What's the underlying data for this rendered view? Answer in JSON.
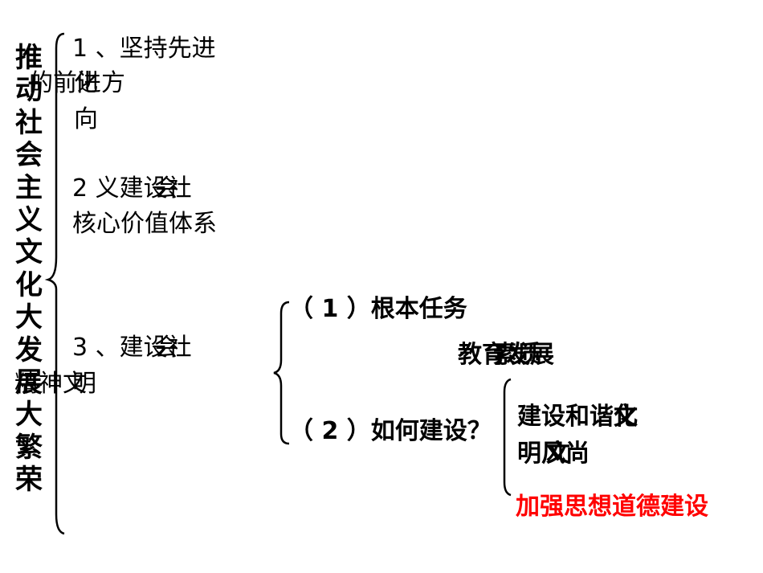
{
  "title_vertical": "推动社会主义文化大发展大繁荣",
  "items": {
    "item1": {
      "line1": "1 、坚持先进",
      "line2": "的前进方",
      "line2_overlap": "化",
      "line3": "向"
    },
    "item2": {
      "line1": "2 义建设社",
      "line1_overlap": "会",
      "line2": "核心价值体系"
    },
    "item3": {
      "line1": "3 、建设社",
      "line1_overlap": "会",
      "line2": "精神文",
      "line2_overlap": "明"
    }
  },
  "sub": {
    "task": "（ 1 ）根本任务",
    "task_detail": "教育发展",
    "task_detail_overlap": "素质",
    "how": "（ 2 ）如何建设？",
    "how_a_line1": "建设和谐文",
    "how_a_line1_overlap": "化",
    "how_a_line2": "明风尚",
    "how_a_line2_overlap": "文",
    "how_b": "加强思想道德建设"
  },
  "colors": {
    "text": "#000000",
    "emphasis": "#ff0000",
    "background": "#ffffff"
  }
}
